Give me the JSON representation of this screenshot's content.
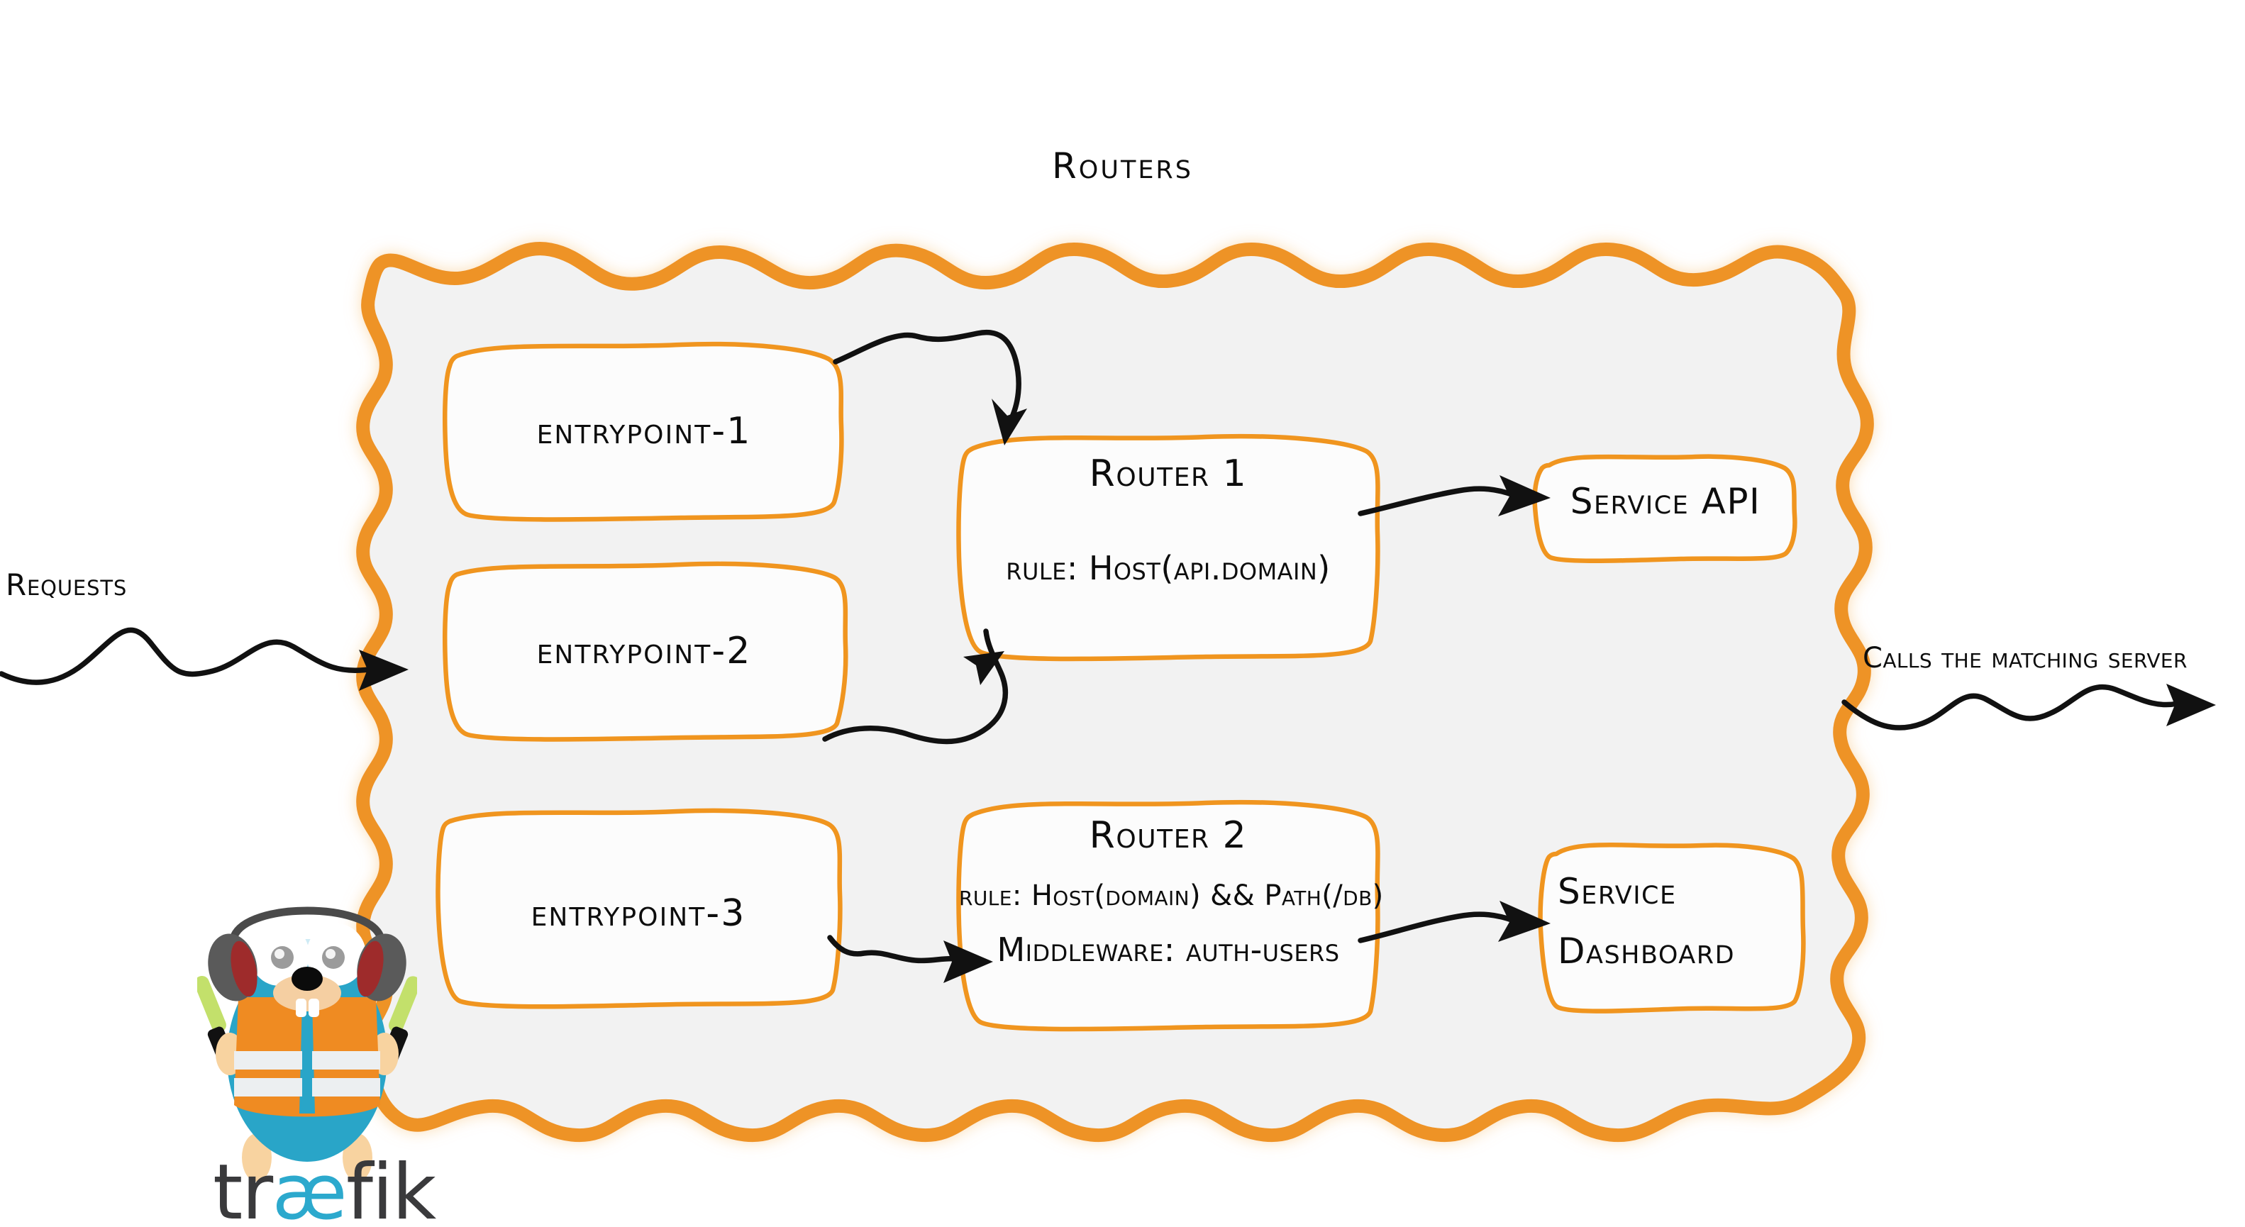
{
  "title": "Routers",
  "colors": {
    "accent_orange": "#ee9326",
    "panel_fill": "#f2f2f2",
    "box_fill": "#fcfcfc",
    "box_stroke": "#f0951f",
    "ink": "#0d0d0d",
    "logo_blue": "#2ca9cd",
    "logo_dark": "#3a3a3c",
    "gopher_body": "#29a5c8",
    "vest_orange": "#ef8b22",
    "baton_green": "#c3e06b",
    "headphone_gray": "#5a5a5a",
    "headphone_red": "#9e2b2b"
  },
  "entrypoints": [
    {
      "label": "entrypoint-1"
    },
    {
      "label": "entrypoint-2"
    },
    {
      "label": "entrypoint-3"
    }
  ],
  "routers": [
    {
      "name": "Router 1",
      "lines": [
        {
          "text": "rule: Host(api.domain)",
          "size": "lg"
        }
      ]
    },
    {
      "name": "Router 2",
      "lines": [
        {
          "text": "rule: Host(domain) && Path(/db)",
          "size": "sm"
        },
        {
          "text": "Middleware: auth-users",
          "size": "lg"
        }
      ]
    }
  ],
  "services": [
    {
      "line1": "Service API",
      "line2": ""
    },
    {
      "line1": "Service",
      "line2": "Dashboard"
    }
  ],
  "captions": {
    "requests": "Requests",
    "calls": "Calls the matching server"
  },
  "logo": {
    "wordmark_part1": "tr",
    "wordmark_ae": "æ",
    "wordmark_part2": "fik",
    "mascot": "gopher-mascot"
  },
  "edges": [
    {
      "from": "entrypoint-1",
      "to": "Router 1"
    },
    {
      "from": "entrypoint-2",
      "to": "Router 1"
    },
    {
      "from": "entrypoint-3",
      "to": "Router 2"
    },
    {
      "from": "Router 1",
      "to": "Service API"
    },
    {
      "from": "Router 2",
      "to": "Service Dashboard"
    },
    {
      "from": "Requests",
      "to": "routers-panel"
    },
    {
      "from": "routers-panel",
      "to": "matching server"
    }
  ]
}
